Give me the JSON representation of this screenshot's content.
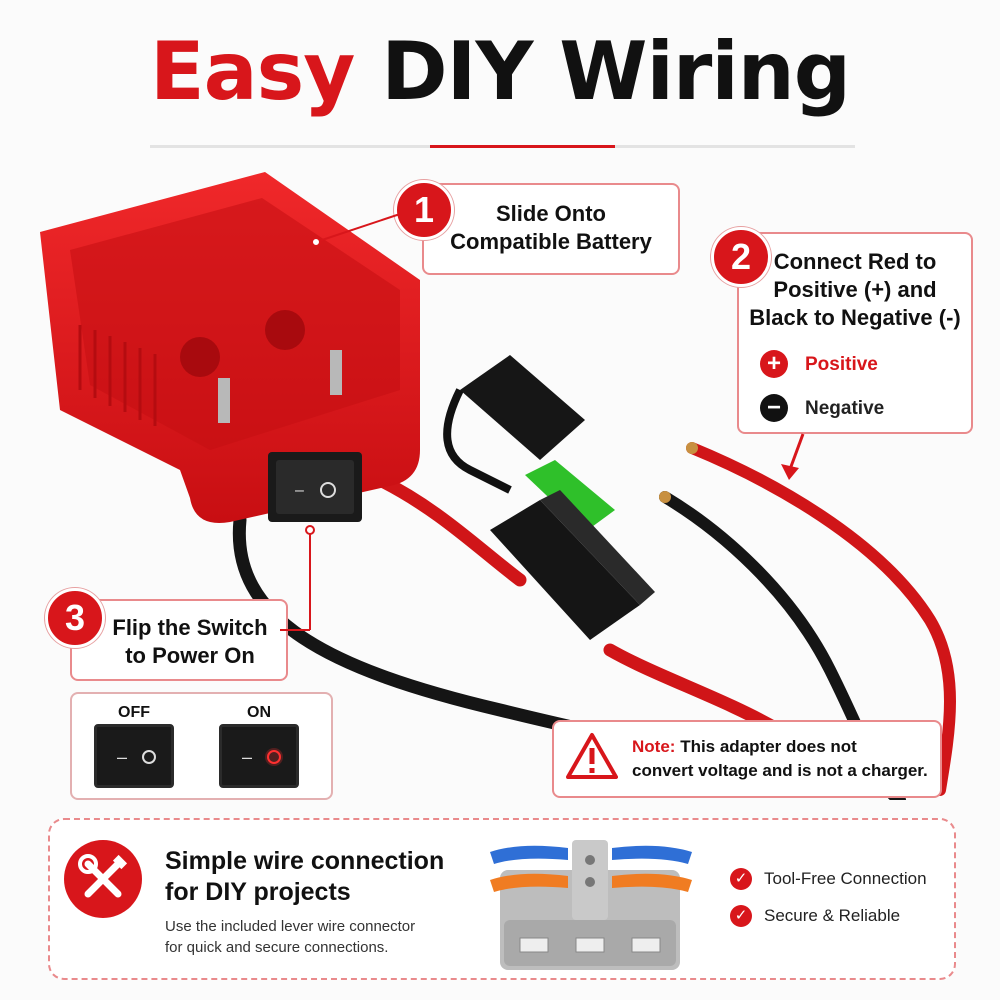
{
  "title": {
    "part1": "Easy",
    "part2": "DIY Wiring"
  },
  "steps": [
    {
      "number": "1",
      "text_line1": "Slide Onto",
      "text_line2": "Compatible Battery"
    },
    {
      "number": "2",
      "text_line1": "Connect Red to",
      "text_line2": "Positive (+) and",
      "text_line3": "Black to Negative (-)"
    },
    {
      "number": "3",
      "text_line1": "Flip the Switch",
      "text_line2": "to Power On"
    }
  ],
  "legend": {
    "positive": {
      "symbol": "+",
      "label": "Positive",
      "color": "#d8161b"
    },
    "negative": {
      "symbol": "−",
      "label": "Negative",
      "color": "#111111"
    }
  },
  "switch_states": {
    "off_label": "OFF",
    "on_label": "ON"
  },
  "note": {
    "label": "Note:",
    "text_line1": "This adapter does not",
    "text_line2": "convert voltage and is not a charger."
  },
  "bottom": {
    "heading_line1": "Simple wire connection",
    "heading_line2": "for DIY projects",
    "desc_line1": "Use the included lever wire connector",
    "desc_line2": "for quick and secure connections.",
    "features": [
      "Tool-Free Connection",
      "Secure & Reliable"
    ]
  },
  "icons": {
    "tools": "wrench-screwdriver-icon",
    "warning": "warning-triangle-icon",
    "check": "check-circle-icon"
  },
  "colors": {
    "accent": "#d8161b",
    "border": "#e98a8c"
  }
}
